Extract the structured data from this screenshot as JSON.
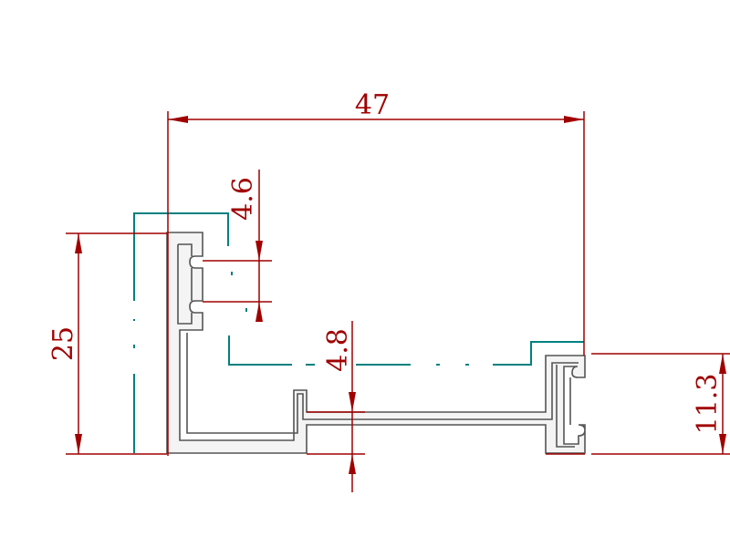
{
  "colors": {
    "dimension": "#a00000",
    "profile_outline": "#555555",
    "profile_fill": "#f4f4f4",
    "section_outline": "#008080"
  },
  "dimensions": {
    "overall_width": "47",
    "overall_height": "25",
    "top_slot_gap": "4.6",
    "web_thickness": "4.8",
    "right_height": "11.3"
  }
}
